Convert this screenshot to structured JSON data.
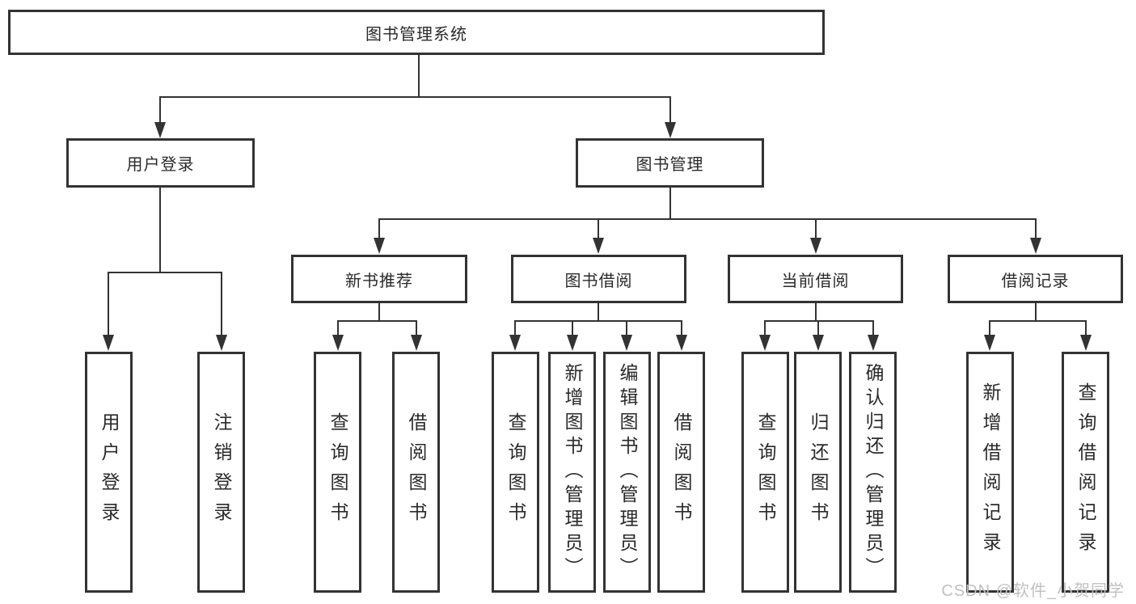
{
  "colors": {
    "line": "#333333",
    "text": "#2a2a2a",
    "watermark": "#c0c0c0"
  },
  "watermark": "CSDN @软件_小贺同学",
  "tree": {
    "root": "图书管理系统",
    "level2": [
      {
        "label": "用户登录",
        "children": [
          "用户登录",
          "注销登录"
        ]
      },
      {
        "label": "图书管理",
        "children": [
          {
            "label": "新书推荐",
            "children": [
              "查询图书",
              "借阅图书"
            ]
          },
          {
            "label": "图书借阅",
            "children": [
              "查询图书",
              "新增图书（管理员）",
              "编辑图书（管理员）",
              "借阅图书"
            ]
          },
          {
            "label": "当前借阅",
            "children": [
              "查询图书",
              "归还图书",
              "确认归还（管理员）"
            ]
          },
          {
            "label": "借阅记录",
            "children": [
              "新增借阅记录",
              "查询借阅记录"
            ]
          }
        ]
      }
    ]
  }
}
